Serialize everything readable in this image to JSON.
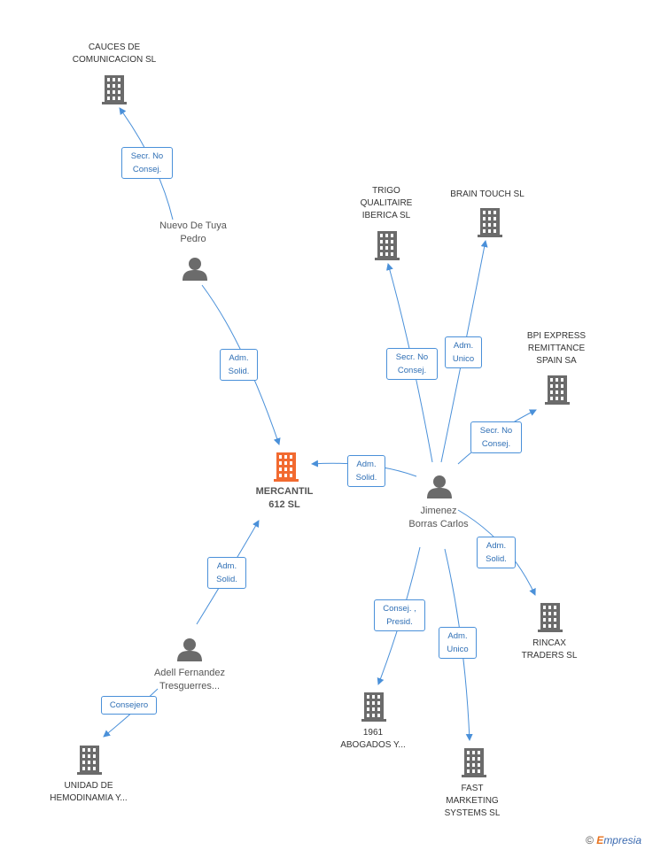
{
  "colors": {
    "edge": "#4a90d9",
    "building": "#6b6b6b",
    "center_building": "#f26a30",
    "person": "#6b6b6b"
  },
  "nodes": {
    "cauces": {
      "type": "company",
      "icon": "building-icon",
      "label": "CAUCES DE COMUNICACION SL"
    },
    "nuevo": {
      "type": "person",
      "icon": "person-icon",
      "label": "Nuevo De Tuya Pedro"
    },
    "mercantil": {
      "type": "company",
      "icon": "building-icon",
      "label": "MERCANTIL 612 SL",
      "highlight": true
    },
    "trigo": {
      "type": "company",
      "icon": "building-icon",
      "label": "TRIGO QUALITAIRE IBERICA SL"
    },
    "brain": {
      "type": "company",
      "icon": "building-icon",
      "label": "BRAIN TOUCH SL"
    },
    "bpi": {
      "type": "company",
      "icon": "building-icon",
      "label": "BPI EXPRESS REMITTANCE SPAIN SA"
    },
    "jimenez": {
      "type": "person",
      "icon": "person-icon",
      "label": "Jimenez Borras Carlos"
    },
    "rincax": {
      "type": "company",
      "icon": "building-icon",
      "label": "RINCAX TRADERS SL"
    },
    "abogados": {
      "type": "company",
      "icon": "building-icon",
      "label": "1961 ABOGADOS Y..."
    },
    "fast": {
      "type": "company",
      "icon": "building-icon",
      "label": "FAST MARKETING SYSTEMS SL"
    },
    "adell": {
      "type": "person",
      "icon": "person-icon",
      "label": "Adell Fernandez Tresguerres..."
    },
    "unidad": {
      "type": "company",
      "icon": "building-icon",
      "label": "UNIDAD DE HEMODINAMIA Y..."
    }
  },
  "edges": [
    {
      "from": "nuevo",
      "to": "cauces",
      "label": "Secr. No Consej."
    },
    {
      "from": "nuevo",
      "to": "mercantil",
      "label": "Adm. Solid."
    },
    {
      "from": "jimenez",
      "to": "mercantil",
      "label": "Adm. Solid."
    },
    {
      "from": "jimenez",
      "to": "trigo",
      "label": "Secr. No Consej."
    },
    {
      "from": "jimenez",
      "to": "brain",
      "label": "Adm. Unico"
    },
    {
      "from": "jimenez",
      "to": "bpi",
      "label": "Secr. No Consej."
    },
    {
      "from": "jimenez",
      "to": "rincax",
      "label": "Adm. Solid."
    },
    {
      "from": "jimenez",
      "to": "abogados",
      "label": "Consej. , Presid."
    },
    {
      "from": "jimenez",
      "to": "fast",
      "label": "Adm. Unico"
    },
    {
      "from": "adell",
      "to": "mercantil",
      "label": "Adm. Solid."
    },
    {
      "from": "adell",
      "to": "unidad",
      "label": "Consejero"
    }
  ],
  "footer": {
    "copyright": "©",
    "brand_first": "E",
    "brand_rest": "mpresia"
  }
}
